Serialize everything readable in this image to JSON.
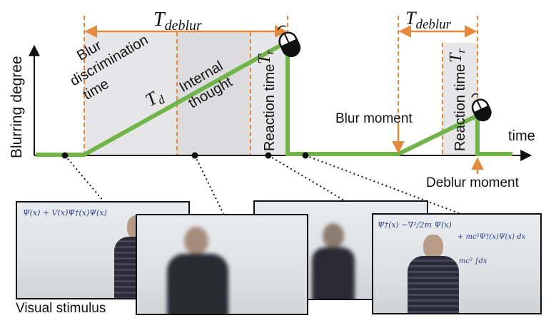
{
  "axes": {
    "y_label": "Blurring degree",
    "x_label": "time"
  },
  "labels": {
    "t_deblur_main": "T",
    "t_deblur_sub": "deblur",
    "blur_discrimination_line1": "Blur",
    "blur_discrimination_line2": "discrimination",
    "blur_discrimination_line3": "time",
    "t_d": "T",
    "t_d_sub": "d",
    "internal_line1": "Internal",
    "internal_line2": "thought",
    "reaction_time": "Reaction time",
    "t_r": "T",
    "t_r_sub": "r",
    "blur_moment": "Blur moment",
    "deblur_moment": "Deblur moment",
    "visual_stimulus": "Visual stimulus"
  },
  "frames": {
    "frame1_text": "Ψ(x) + V(x)Ψ†(x)Ψ(x)",
    "frame4_text_a": "Ψ†(x) −∇²/2m Ψ(x)",
    "frame4_text_b": "+ mc²Ψ†(x)Ψ(x) dx",
    "frame4_text_c": "mc² ∫dx"
  },
  "colors": {
    "phase_fill": "#e4e4e6",
    "curve": "#72b44a",
    "arrow": "#e58a3c",
    "frame_border": "#111111"
  }
}
